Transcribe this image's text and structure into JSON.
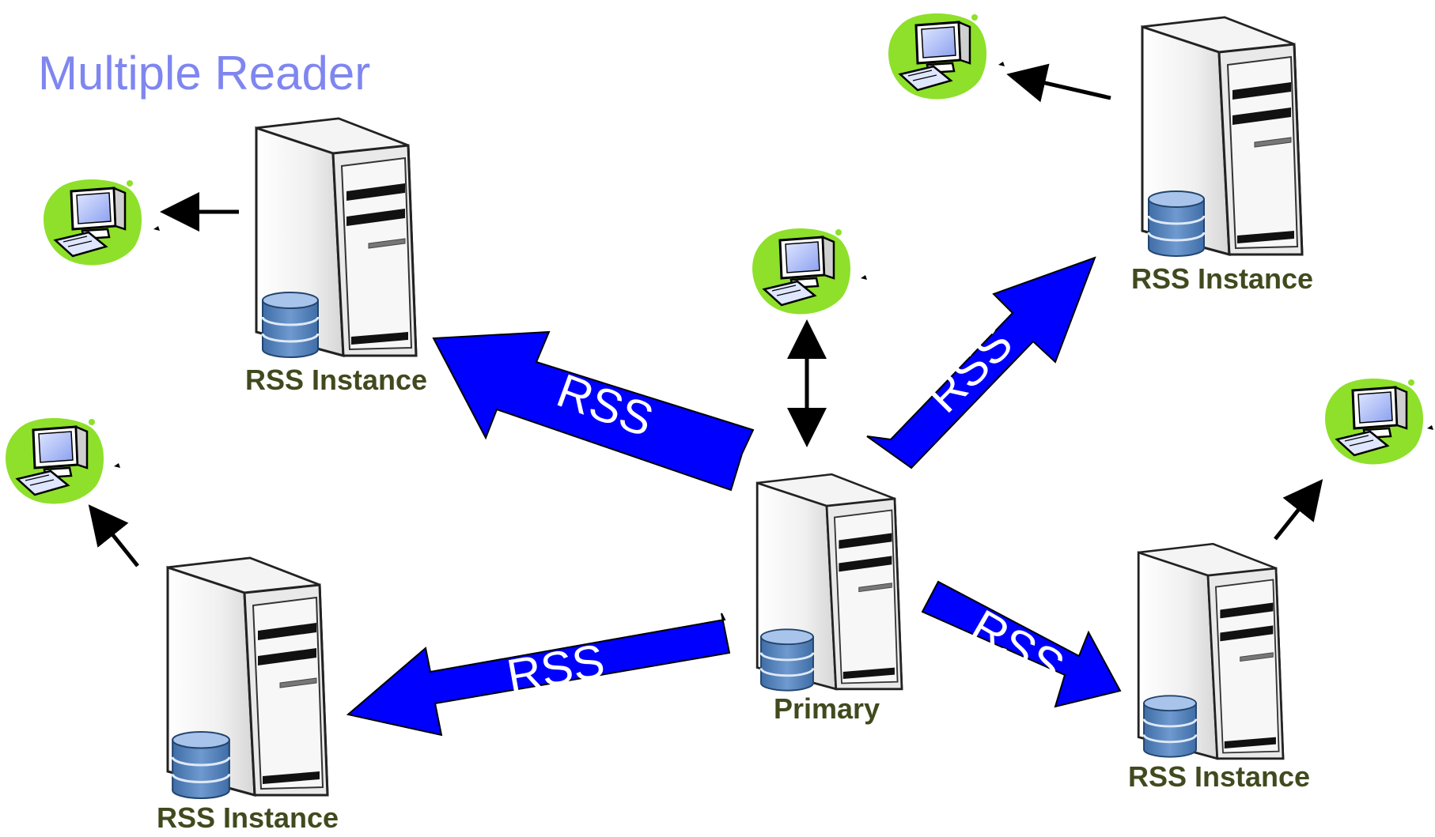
{
  "title": "Multiple Reader",
  "labels": {
    "primary": "Primary",
    "instance_top_left": "RSS Instance",
    "instance_top_right": "RSS Instance",
    "instance_bottom_left": "RSS Instance",
    "instance_bottom_right": "RSS Instance"
  },
  "arrows": {
    "to_top_left": "RSS",
    "to_top_right": "RSS",
    "to_bottom_left": "RSS",
    "to_bottom_right": "RSS"
  },
  "colors": {
    "title": "#7f86f0",
    "rss_arrow": "#0000ff",
    "client_blob": "#8ee02a",
    "label_text": "#414a1e"
  },
  "icons": [
    "server-icon",
    "database-icon",
    "client-computer-icon"
  ]
}
